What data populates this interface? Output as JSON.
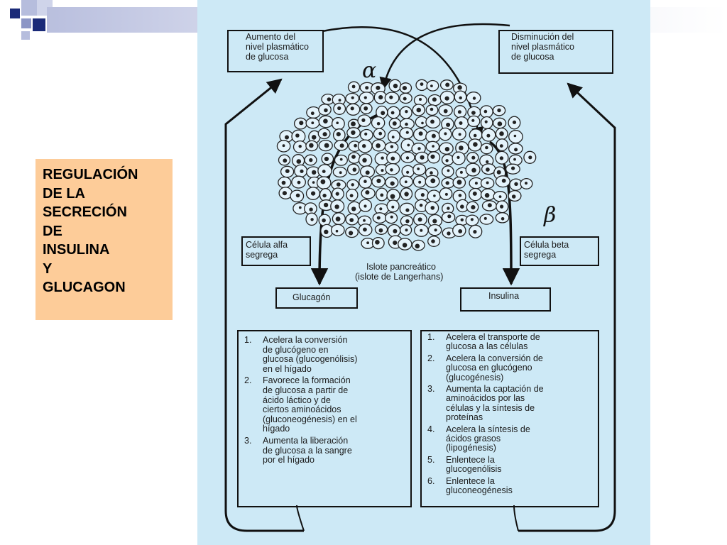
{
  "slide": {
    "title_lines": [
      "REGULACIÓN",
      "DE LA",
      "SECRECIÓN",
      "DE",
      "INSULINA",
      "Y",
      "GLUCAGON"
    ]
  },
  "diagram": {
    "top_left_box": [
      "Aumento del",
      "nivel plasmático",
      "de glucosa"
    ],
    "top_right_box": [
      "Disminución del",
      "nivel plasmático",
      "de glucosa"
    ],
    "alpha_symbol": "α",
    "beta_symbol": "β",
    "alpha_cell_label": [
      "Célula alfa",
      "segrega"
    ],
    "beta_cell_label": [
      "Célula beta",
      "segrega"
    ],
    "islet_caption": [
      "Islote pancreático",
      "(islote de Langerhans)"
    ],
    "glucagon_label": "Glucagón",
    "insulin_label": "Insulina",
    "glucagon_effects": [
      {
        "num": "1.",
        "text": "Acelera la conversión\nde glucógeno en\nglucosa (glucogenólisis)\nen el hígado"
      },
      {
        "num": "2.",
        "text": "Favorece la formación\nde glucosa a partir de\nácido láctico y de\nciertos aminoácidos\n(gluconeogénesis) en el\nhígado"
      },
      {
        "num": "3.",
        "text": "Aumenta la liberación\nde glucosa a la sangre\npor el hígado"
      }
    ],
    "insulin_effects": [
      {
        "num": "1.",
        "text": "Acelera el transporte de\nglucosa a las células"
      },
      {
        "num": "2.",
        "text": "Acelera la conversión de\nglucosa en glucógeno\n(glucogénesis)"
      },
      {
        "num": "3.",
        "text": "Aumenta la captación de\naminoácidos por las\ncélulas y la síntesis de\nproteínas"
      },
      {
        "num": "4.",
        "text": "Acelera la síntesis de\nácidos grasos\n(lipogénesis)"
      },
      {
        "num": "5.",
        "text": "Enlentece la\nglucogenólisis"
      },
      {
        "num": "6.",
        "text": "Enlentece la\ngluconeogénesis"
      }
    ]
  }
}
